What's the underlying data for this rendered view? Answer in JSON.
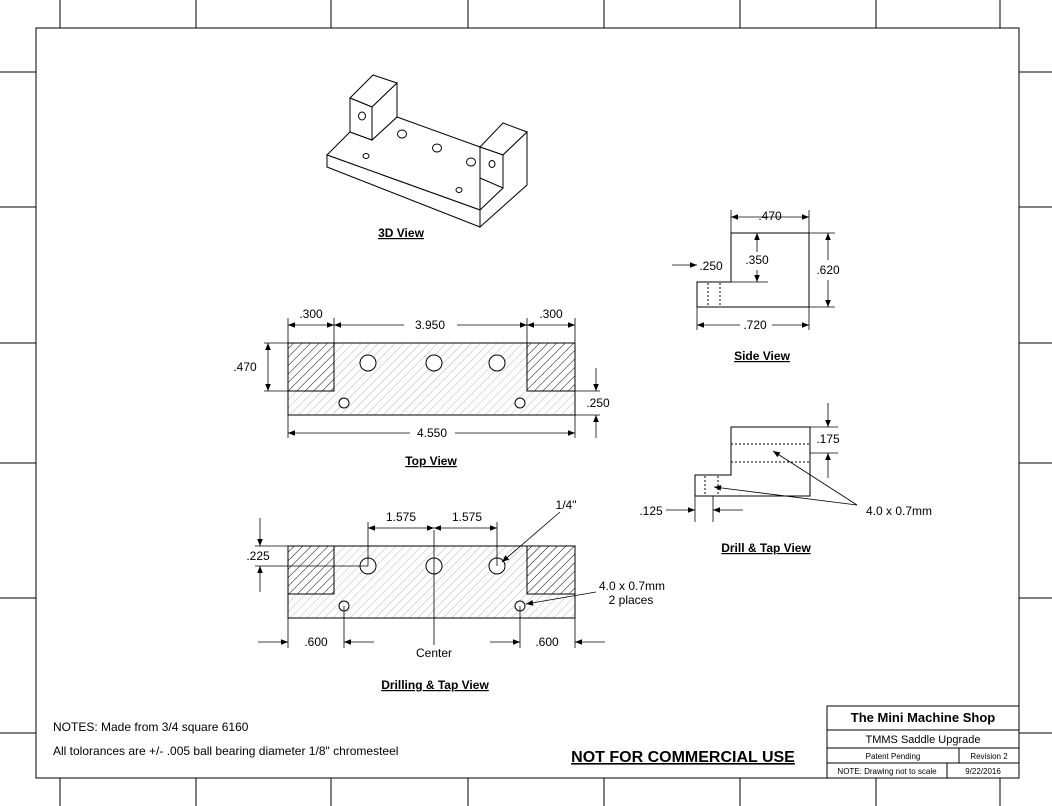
{
  "title_block": {
    "company": "The Mini Machine Shop",
    "project": "TMMS Saddle Upgrade",
    "patent": "Patent Pending",
    "revision": "Revision 2",
    "note": "NOTE: Drawing not to scale",
    "date": "9/22/2016"
  },
  "notes": {
    "line1": "NOTES: Made from 3/4 square 6160",
    "line2": "All tolorances are +/- .005  ball bearing diameter  1/8\" chromesteel"
  },
  "warning": "NOT FOR COMMERCIAL USE",
  "views": {
    "iso": {
      "caption": "3D View"
    },
    "top": {
      "caption": "Top View",
      "dim_left_wall": ".300",
      "dim_center": "3.950",
      "dim_right_wall": ".300",
      "dim_height": ".470",
      "dim_base": ".250",
      "dim_length": "4.550"
    },
    "drilling": {
      "caption": "Drilling & Tap View",
      "dim_spacing_1": "1.575",
      "dim_spacing_2": "1.575",
      "dim_hole": "1/4\"",
      "dim_offset": ".225",
      "dim_left": ".600",
      "dim_right": ".600",
      "center_label": "Center",
      "tap_label": "4.0 x 0.7mm",
      "tap_places": "2 places"
    },
    "side": {
      "caption": "Side View",
      "dim_top": ".470",
      "dim_step": ".350",
      "dim_height": ".620",
      "dim_base": ".250",
      "dim_width": ".720"
    },
    "drill_tap": {
      "caption": "Drill & Tap View",
      "dim_depth": ".175",
      "dim_offset": ".125",
      "tap_label": "4.0 x 0.7mm"
    }
  }
}
